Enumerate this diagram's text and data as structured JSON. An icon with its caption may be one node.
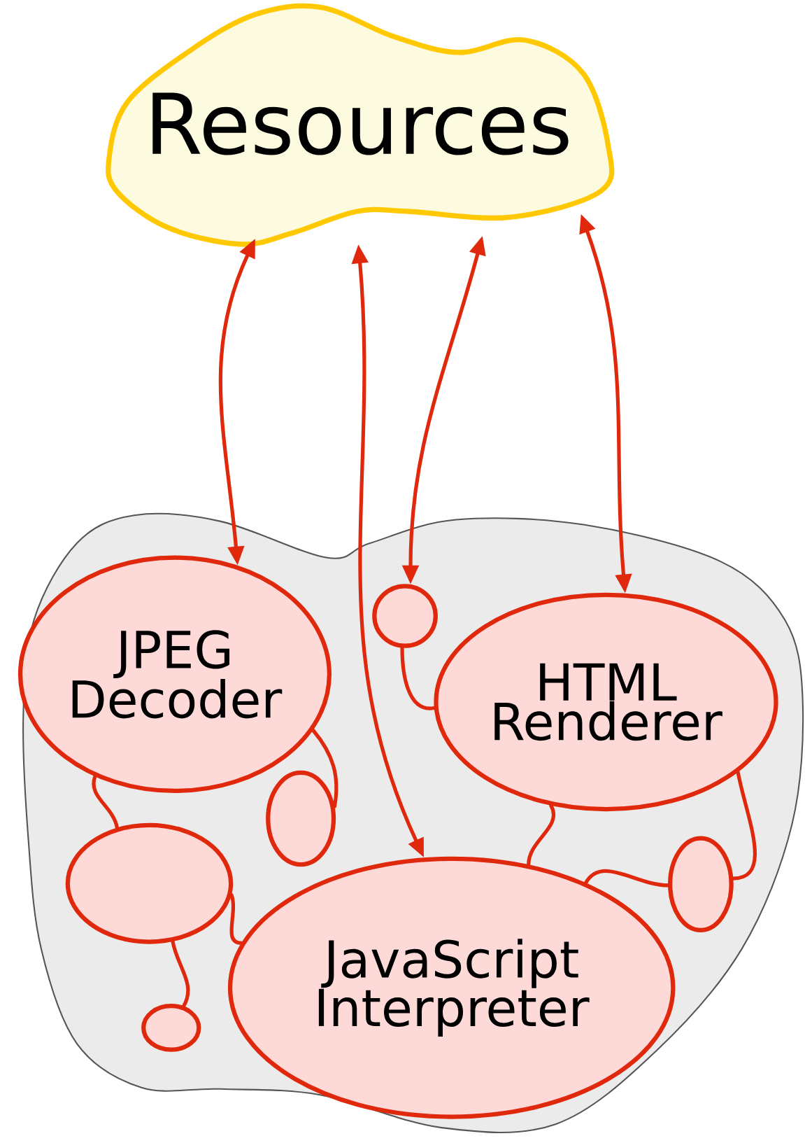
{
  "diagram": {
    "nodes": [
      {
        "text": [
          "Resources"
        ]
      },
      {
        "text": [],
        "shape": "cloud"
      },
      {
        "text": [
          "JPEG Decoder"
        ],
        "in": 1
      },
      {
        "text": [],
        "shape": "circle",
        "in": 1
      },
      {
        "text": [
          "HTML Renderer"
        ],
        "in": 1
      },
      {
        "text": [],
        "shape": "circle",
        "in": 1
      },
      {
        "text": [],
        "shape": "circle",
        "in": 1
      },
      {
        "text": [],
        "shape": "circle",
        "in": 1
      },
      {
        "text": [
          "JavaScript Interpreter"
        ],
        "in": 1
      },
      {
        "text": [],
        "shape": "circle",
        "in": 1
      }
    ],
    "edges": [
      {
        "from": 0,
        "to": 2,
        "arrow": "both"
      },
      {
        "from": 0,
        "to": 8,
        "arrow": "both"
      },
      {
        "from": 0,
        "to": 3,
        "arrow": "both"
      },
      {
        "from": 0,
        "to": 4,
        "arrow": "both"
      },
      {
        "from": 2,
        "to": 5,
        "arrow": "none"
      },
      {
        "from": 2,
        "to": 6,
        "arrow": "none"
      },
      {
        "from": 3,
        "to": 4,
        "arrow": "none"
      },
      {
        "from": 6,
        "to": 8,
        "arrow": "none"
      },
      {
        "from": 6,
        "to": 9,
        "arrow": "none"
      },
      {
        "from": 4,
        "to": 8,
        "arrow": "none"
      },
      {
        "from": 4,
        "to": 7,
        "arrow": "none"
      },
      {
        "from": 7,
        "to": 8,
        "arrow": "none"
      }
    ]
  }
}
